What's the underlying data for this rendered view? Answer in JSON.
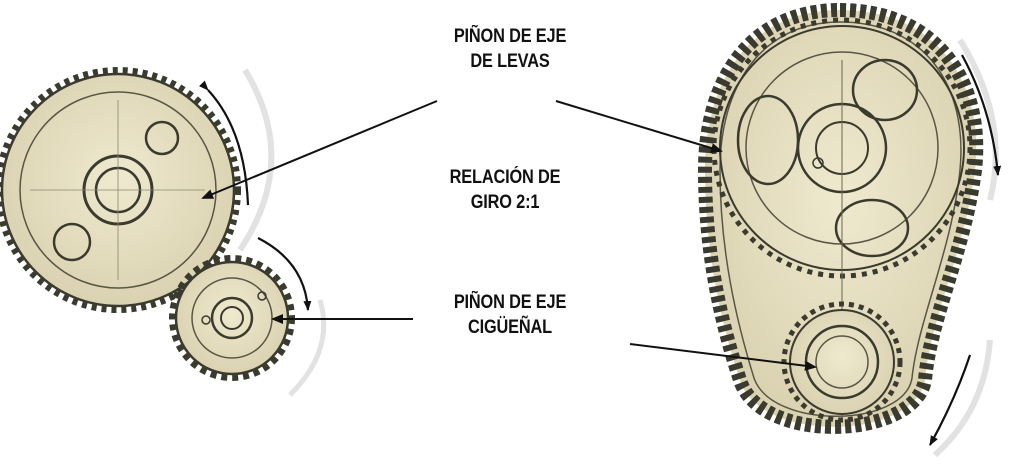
{
  "labels": {
    "camshaft": {
      "line1": "PIÑON DE EJE",
      "line2": "DE LEVAS"
    },
    "ratio": {
      "line1": "RELACIÓN DE",
      "line2": "GIRO 2:1"
    },
    "crankshaft": {
      "line1": "PIÑON DE EJE",
      "line2": "CIGÜEÑAL"
    }
  },
  "colors": {
    "paper": "#e8e2c8",
    "paper_shade": "#d6cfb0",
    "ink": "#2b2b22",
    "arrow": "#111111",
    "background": "#ffffff"
  },
  "icons": {
    "rotation_arrow": "curved-arrow-icon",
    "pointer": "straight-arrow-icon"
  }
}
